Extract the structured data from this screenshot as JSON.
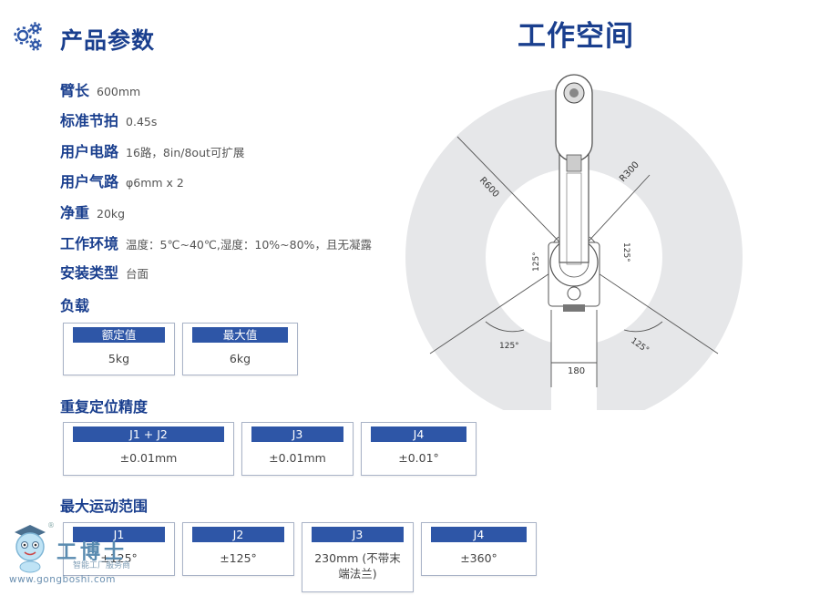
{
  "header": {
    "section_title": "产品参数",
    "workspace_title": "工作空间"
  },
  "params": [
    {
      "label": "臂长",
      "value": "600mm"
    },
    {
      "label": "标准节拍",
      "value": "0.45s"
    },
    {
      "label": "用户电路",
      "value": "16路，8in/8out可扩展"
    },
    {
      "label": "用户气路",
      "value": "φ6mm x 2"
    },
    {
      "label": "净重",
      "value": "20kg"
    },
    {
      "label": "工作环境",
      "value": "温度：5℃~40℃,湿度：10%~80%，且无凝露"
    },
    {
      "label": "安装类型",
      "value": "台面"
    }
  ],
  "payload": {
    "title": "负载",
    "items": [
      {
        "header": "额定值",
        "value": "5kg"
      },
      {
        "header": "最大值",
        "value": "6kg"
      }
    ]
  },
  "repeatability": {
    "title": "重复定位精度",
    "items": [
      {
        "header": "J1 + J2",
        "value": "±0.01mm"
      },
      {
        "header": "J3",
        "value": "±0.01mm"
      },
      {
        "header": "J4",
        "value": "±0.01°"
      }
    ]
  },
  "motion_range": {
    "title": "最大运动范围",
    "items": [
      {
        "header": "J1",
        "value": "±125°"
      },
      {
        "header": "J2",
        "value": "±125°"
      },
      {
        "header": "J3",
        "value": "230mm (不带末端法兰)"
      },
      {
        "header": "J4",
        "value": "±360°"
      }
    ]
  },
  "diagram": {
    "r600_label": "R600",
    "r300_label": "R300",
    "angle_left": "125°",
    "angle_right": "125°",
    "angle_bottom_left": "125°",
    "angle_bottom_right": "125°",
    "width_label": "180"
  },
  "watermark": {
    "brand": "工博士",
    "subtitle": "智能工厂服务商",
    "url": "www.gongboshi.com",
    "registered": "®"
  },
  "colors": {
    "navy": "#1a3f8e",
    "header_blue": "#2e56a7",
    "workspace_gray": "#e6e7e9"
  }
}
